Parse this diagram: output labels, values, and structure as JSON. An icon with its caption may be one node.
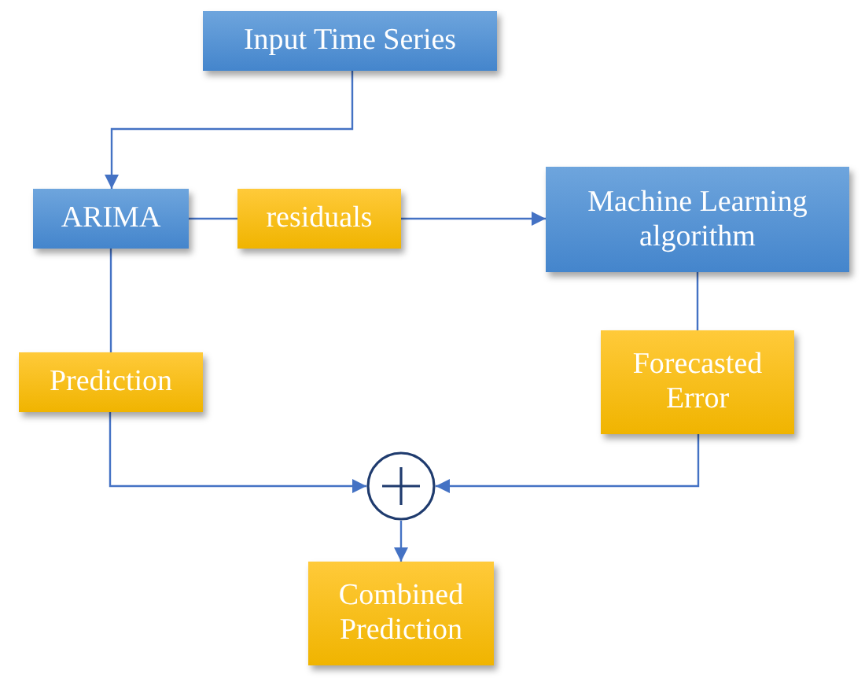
{
  "diagram": {
    "nodes": [
      {
        "text": [
          "Input Time Series"
        ]
      },
      {
        "text": [
          "ARIMA"
        ]
      },
      {
        "text": [
          "residuals"
        ]
      },
      {
        "text": [
          "Machine Learning algorithm"
        ]
      },
      {
        "text": [
          "Prediction"
        ]
      },
      {
        "text": [
          "Forecasted Error"
        ]
      },
      {
        "text": [],
        "shape": "circle"
      },
      {
        "text": [
          "Combined Prediction"
        ]
      }
    ],
    "edges": [
      {
        "from": 0,
        "to": 1,
        "arrow": "to"
      },
      {
        "from": 1,
        "to": 2,
        "arrow": "none"
      },
      {
        "from": 2,
        "to": 3,
        "arrow": "to"
      },
      {
        "from": 1,
        "to": 4,
        "arrow": "none"
      },
      {
        "from": 4,
        "to": 6,
        "arrow": "to"
      },
      {
        "from": 3,
        "to": 5,
        "arrow": "none"
      },
      {
        "from": 5,
        "to": 6,
        "arrow": "to"
      },
      {
        "from": 6,
        "to": 7,
        "arrow": "to"
      }
    ]
  }
}
